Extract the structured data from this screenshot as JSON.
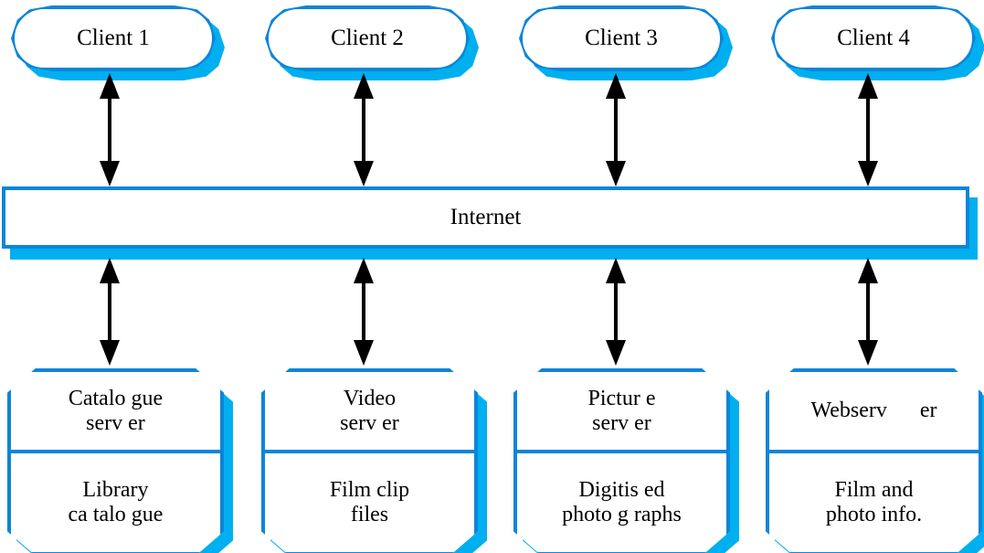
{
  "diagram": {
    "title": "Client-server network with Internet and media servers",
    "colors": {
      "border_blue": "#0d85d8",
      "shadow_cyan": "#00AFEF",
      "fill": "#ffffff",
      "text": "#000000",
      "arrow": "#000000"
    },
    "clients": [
      {
        "label": "Client 1"
      },
      {
        "label": "Client 2"
      },
      {
        "label": "Client 3"
      },
      {
        "label": "Client 4"
      }
    ],
    "network": {
      "label": "Internet"
    },
    "servers": [
      {
        "name_line1": "Catalo gue",
        "name_line2": "serv er",
        "content_line1": "Library",
        "content_line2": "ca talo gue"
      },
      {
        "name_line1": "Video",
        "name_line2": "serv er",
        "content_line1": "Film clip",
        "content_line2": "files"
      },
      {
        "name_line1": "Pictur e",
        "name_line2": "serv er",
        "content_line1": "Digitis ed",
        "content_line2": "photo g raphs"
      },
      {
        "name_line1": "Webserv      er",
        "name_line2": "",
        "content_line1": "Film and",
        "content_line2": "photo info."
      }
    ],
    "connections": {
      "client_to_internet_count": 4,
      "internet_to_server_count": 4,
      "arrow_style": "double-headed"
    }
  }
}
